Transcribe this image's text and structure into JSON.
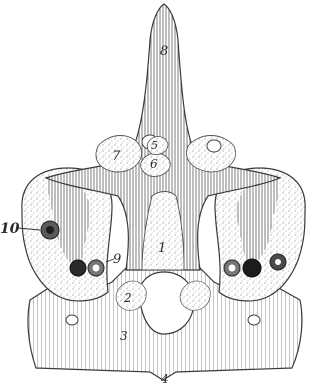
{
  "figure": {
    "labels": {
      "l1": "1",
      "l2": "2",
      "l3": "3",
      "l4": "4",
      "l5": "5",
      "l6": "6",
      "l7": "7",
      "l8": "8",
      "l9": "9",
      "l10": "10"
    }
  },
  "colors": {
    "ink": "#2b2b2b",
    "shade": "#9a9a9a",
    "stipple": "#d9d9d9",
    "paper": "#ffffff"
  }
}
